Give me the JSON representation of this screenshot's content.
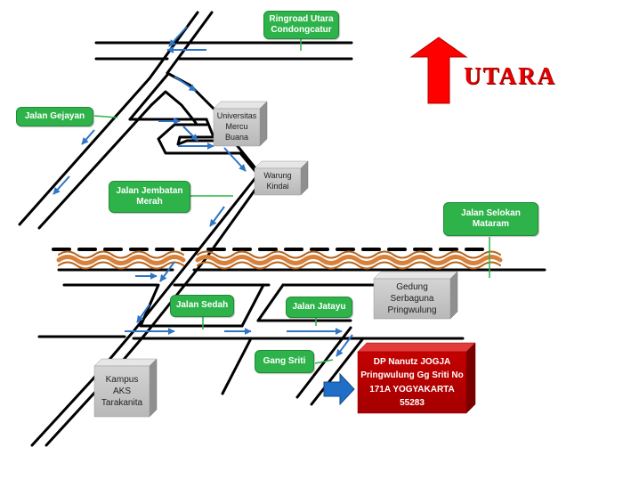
{
  "direction": {
    "label": "UTARA",
    "icon": "north-arrow-icon",
    "color": "#e60000"
  },
  "roads": [
    {
      "id": "ringroad-utara",
      "label": "Ringroad Utara\nCondongcatur"
    },
    {
      "id": "jalan-gejayan",
      "label": "Jalan Gejayan"
    },
    {
      "id": "jalan-jembatan-merah",
      "label": "Jalan Jembatan\nMerah"
    },
    {
      "id": "jalan-selokan-mataram",
      "label": "Jalan Selokan\nMataram"
    },
    {
      "id": "jalan-sedah",
      "label": "Jalan Sedah"
    },
    {
      "id": "jalan-jatayu",
      "label": "Jalan Jatayu"
    },
    {
      "id": "gang-sriti",
      "label": "Gang Sriti"
    }
  ],
  "landmarks": [
    {
      "id": "universitas-mercu-buana",
      "label": "Universitas\nMercu\nBuana"
    },
    {
      "id": "warung-kindai",
      "label": "Warung\nKindai"
    },
    {
      "id": "gedung-serbaguna",
      "label": "Gedung\nSerbaguna\nPringwulung"
    },
    {
      "id": "kampus-aks",
      "label": "Kampus\nAKS\nTarakanita"
    }
  ],
  "destination": {
    "label": "DP Nanutz JOGJA\nPringwulung Gg Sriti No\n171A YOGYAKARTA\n55283",
    "color": "#c00000"
  },
  "colors": {
    "road": "#000000",
    "route": "#2f75c6",
    "label_bg": "#2eb34a",
    "canal": "#d9803a",
    "building": "#c8c8c8"
  }
}
